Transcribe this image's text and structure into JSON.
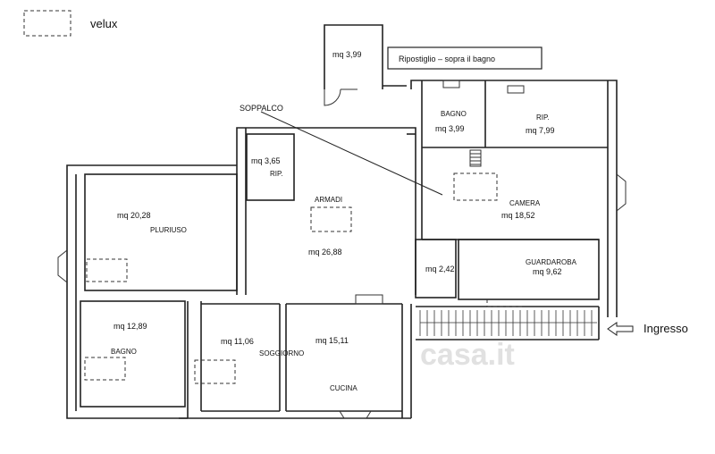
{
  "legend": {
    "velux_label": "velux"
  },
  "labels": {
    "ripostiglio_note": "Ripostiglio – sopra il bagno",
    "soppalco": "SOPPALCO",
    "ingresso": "Ingresso",
    "watermark": "casa.it"
  },
  "rooms": {
    "ripostiglio_top": {
      "area": "mq  3,99"
    },
    "bagno_top": {
      "name": "BAGNO",
      "area": "mq  3,99"
    },
    "rip_top": {
      "name": "RIP.",
      "area": "mq  7,99"
    },
    "rip_small": {
      "area": "mq  3,65",
      "name": "RIP."
    },
    "armadi": {
      "name": "ARMADI",
      "area": "mq  26,88"
    },
    "camera": {
      "name": "CAMERA",
      "area": "mq  18,52"
    },
    "pluriuso": {
      "area": "mq  20,28",
      "name": "PLURIUSO"
    },
    "small_242": {
      "area": "mq  2,42"
    },
    "guardaroba": {
      "name": "GUARDAROBA",
      "area": "mq  9,62"
    },
    "bagno_bottom": {
      "area": "mq  12,89",
      "name": "BAGNO"
    },
    "soggiorno": {
      "area": "mq  11,06",
      "name": "SOGGIORNO"
    },
    "cucina": {
      "area": "mq  15,11",
      "name": "CUCINA"
    }
  }
}
